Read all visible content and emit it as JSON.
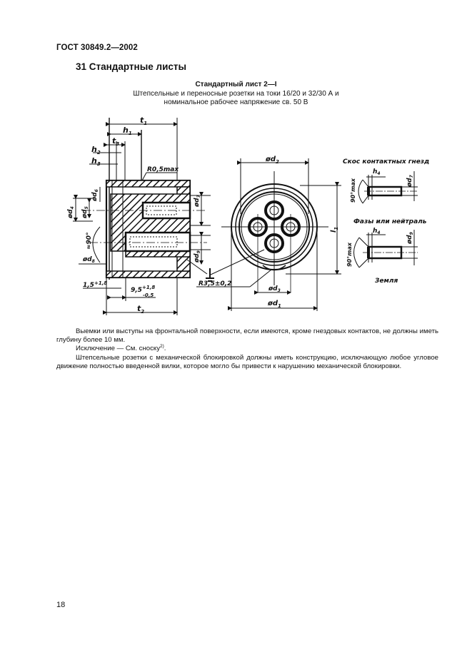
{
  "header": {
    "standard_code": "ГОСТ 30849.2—2002"
  },
  "section": {
    "number": "31",
    "title": "Стандартные листы",
    "full_title": "31  Стандартные листы"
  },
  "sheet": {
    "title": "Стандартный лист 2—I",
    "subtitle_line1": "Штепсельные и переносные розетки на токи 16/20 и 32/30 А и",
    "subtitle_line2": "номинальное рабочее напряжение св. 50 В"
  },
  "drawing": {
    "section_view_labels": {
      "t1": "t",
      "t1_sub": "1",
      "h1": "h",
      "h1_sub": "1",
      "t3": "t",
      "t3_sub": "3",
      "h2": "h",
      "h2_sub": "2",
      "h3": "h",
      "h3_sub": "3",
      "radius": "R0,5max",
      "d4": "ød",
      "d4_sub": "4",
      "d5": "ød",
      "d5_sub": "5",
      "d6": "ød",
      "d6_sub": "6",
      "d7": "ød",
      "d7_sub": "7",
      "d8": "ød",
      "d8_sub": "8",
      "d9": "ød",
      "d9_sub": "9",
      "angle": "≈90°",
      "tol_left": "1,5",
      "tol_left_sup": "+1,8",
      "tol_right": "9,5",
      "tol_right_sup": "+1,8",
      "tol_right_sub": "-0,5",
      "t2": "t",
      "t2_sub": "2",
      "earth_symbol": "⏚"
    },
    "front_view_labels": {
      "d2": "ød",
      "d2_sub": "2",
      "l1": "l",
      "l1_sub": "1",
      "radius": "R3,5±0,2",
      "d3": "ød",
      "d3_sub": "3",
      "d1": "ød",
      "d1_sub": "1"
    },
    "details": {
      "contact_chamfer_title": "Скос контактных гнезд",
      "phase_neutral_title": "Фазы или нейтраль",
      "earth_title": "Земля",
      "h4": "h",
      "h4_sub": "4",
      "angle_max": "90°max",
      "d7": "ød",
      "d7_sub": "7",
      "d9": "ød",
      "d9_sub": "9"
    }
  },
  "body": {
    "paragraph1": "Выемки или выступы на фронтальной поверхности, если имеются, кроме гнездовых контактов, не должны иметь глубину более 10 мм.",
    "exception_text": "Исключение — См. сноску",
    "exception_sup": "2)",
    "exception_end": ".",
    "paragraph2": "Штепсельные розетки с механической блокировкой должны иметь конструкцию, исключающую любое угловое движение полностью введенной вилки, которое могло бы привести к нарушению механической блокировки."
  },
  "footer": {
    "page_number": "18"
  }
}
